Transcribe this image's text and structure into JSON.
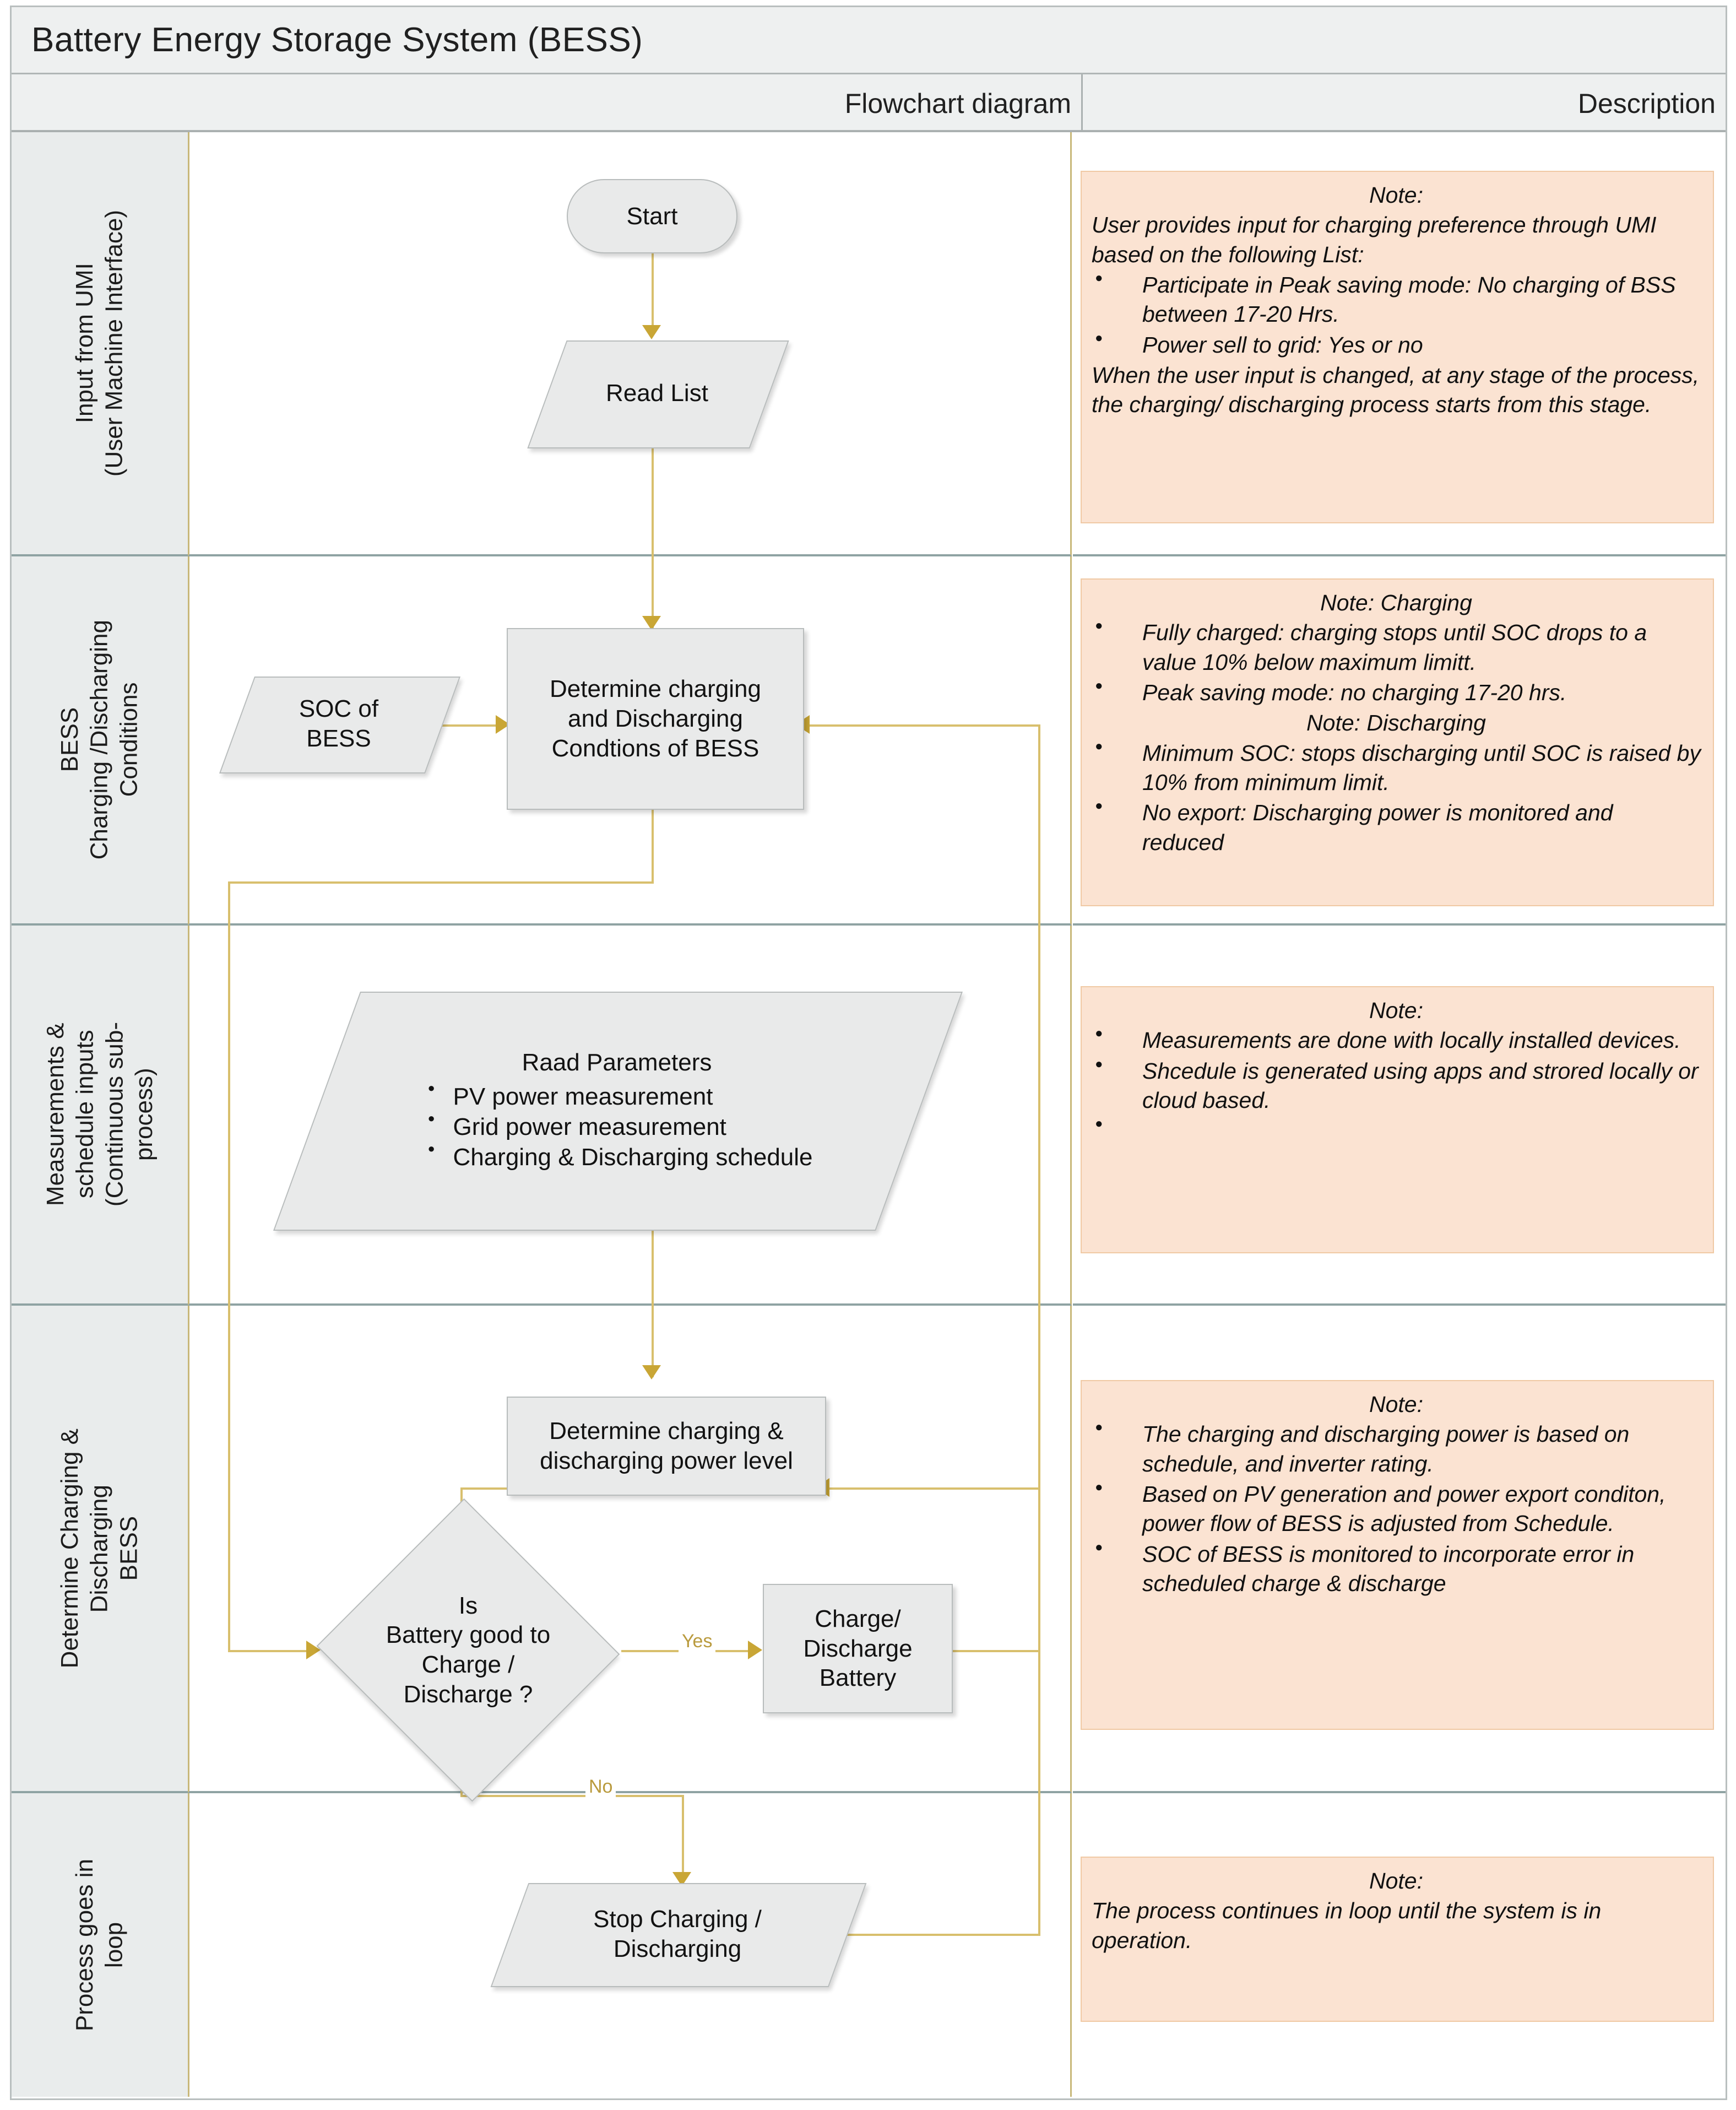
{
  "title": "Battery Energy Storage System (BESS)",
  "columns": {
    "flowchart": "Flowchart diagram",
    "description": "Description"
  },
  "lanes": [
    {
      "id": "input-umi",
      "label": "Input from UMI\n(User Machine Interface)"
    },
    {
      "id": "bess-conditions",
      "label": "BESS\nCharging /Discharging\nConditions"
    },
    {
      "id": "measurements",
      "label": "Measurements &\nschedule inputs\n(Continuous sub-\nprocess)"
    },
    {
      "id": "determine",
      "label": "Determine Charging &\nDischarging\nBESS"
    },
    {
      "id": "loop",
      "label": "Process goes in\nloop"
    }
  ],
  "nodes": {
    "start": "Start",
    "read_list": "Read List",
    "soc_of_bess": "SOC of\nBESS",
    "determine_conditions": "Determine charging\nand Discharging\nCondtions  of BESS",
    "read_params_title": "Raad Parameters",
    "read_params_items": [
      "PV power measurement",
      "Grid power measurement",
      "Charging & Discharging schedule"
    ],
    "determine_power_level": "Determine charging  &\ndischarging  power level",
    "decision": "Is\nBattery good to\nCharge /\nDischarge ?",
    "charge_discharge_battery": "Charge/\nDischarge\nBattery",
    "stop_charging": "Stop Charging /\nDischarging"
  },
  "edge_labels": {
    "yes": "Yes",
    "no": "No"
  },
  "notes": [
    {
      "id": "note-input-umi",
      "title": "Note:",
      "intro": "User provides input for charging preference through UMI based on the following List:",
      "bullets": [
        "Participate in Peak saving mode: No charging of BSS  between 17-20 Hrs.",
        "Power sell to grid: Yes or no"
      ],
      "outro": "When the user input is changed, at any stage of the process, the charging/ discharging process starts from this stage."
    },
    {
      "id": "note-conditions",
      "title": "Note: Charging",
      "bullets": [
        "Fully charged: charging stops until SOC drops to a value 10% below maximum limitt.",
        "Peak saving mode: no charging 17-20 hrs."
      ],
      "title2": "Note: Discharging",
      "bullets2": [
        "Minimum SOC: stops discharging until SOC is raised by 10% from minimum limit.",
        "No export:  Discharging power is monitored and reduced"
      ]
    },
    {
      "id": "note-measurements",
      "title": "Note:",
      "bullets": [
        "Measurements are done with locally installed devices.",
        "Shcedule is generated using apps and strored locally or cloud based.",
        ""
      ]
    },
    {
      "id": "note-determine",
      "title": "Note:",
      "bullets": [
        "The charging and discharging power is  based on schedule, and  inverter rating.",
        "Based on PV generation and power export conditon, power flow of BESS is adjusted from Schedule.",
        "SOC of BESS is monitored to incorporate error in scheduled charge & discharge"
      ]
    },
    {
      "id": "note-loop",
      "title": "Note:",
      "intro": "The process continues in loop until the system is in operation."
    }
  ],
  "colors": {
    "note_fill": "#fbe3d2",
    "note_border": "#f0c9a4",
    "shape_fill": "#e9eaea",
    "shape_border": "#b8bcbc",
    "connector": "#d8bf6d",
    "lane_fill": "#e9ecec",
    "lane_divider": "#8fa3a3",
    "header_fill": "#eef0f0"
  }
}
